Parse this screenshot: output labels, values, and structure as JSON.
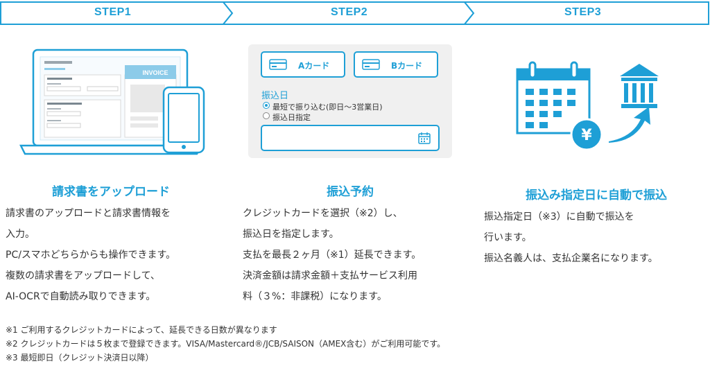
{
  "steps": [
    {
      "label": "STEP1",
      "title": "請求書をアップロード",
      "desc": [
        "請求書のアップロードと請求書情報を",
        "入力。",
        "PC/スマホどちらからも操作できます。",
        "複数の請求書をアップロードして、",
        "AI-OCRで自動読み取りできます。"
      ]
    },
    {
      "label": "STEP2",
      "title": "振込予約",
      "desc": [
        "クレジットカードを選択（※2）し、",
        "振込日を指定します。",
        "支払を最長２ヶ月（※1）延長できます。",
        "決済金額は請求金額＋支払サービス利用",
        "料（３%：非課税）になります。"
      ]
    },
    {
      "label": "STEP3",
      "title": "振込み指定日に自動で振込",
      "desc": [
        "振込指定日（※3）に自動で振込を",
        "行います。",
        "振込名義人は、支払企業名になります。"
      ]
    }
  ],
  "step1_illustration": {
    "invoice_label": "INVOICE"
  },
  "step2_ui": {
    "card_a_label": "Aカード",
    "card_b_label": "Bカード",
    "transfer_date_label": "振込日",
    "radio_shortest": "最短で振り込む(即日〜3営業日)",
    "radio_specify": "振込日指定",
    "selected_radio": "shortest"
  },
  "step3_illustration": {
    "currency_symbol": "¥"
  },
  "notes": [
    "※1 ご利用するクレジットカードによって、延長できる日数が異なります",
    "※2 クレジットカードは５枚まで登録できます。VISA/Mastercard®/JCB/SAISON（AMEX含む）がご利用可能です。",
    "※3 最短即日（クレジット決済日以降）"
  ],
  "colors": {
    "accent": "#1e9fd6",
    "text": "#333333",
    "panel_bg": "#f0f0f0"
  }
}
